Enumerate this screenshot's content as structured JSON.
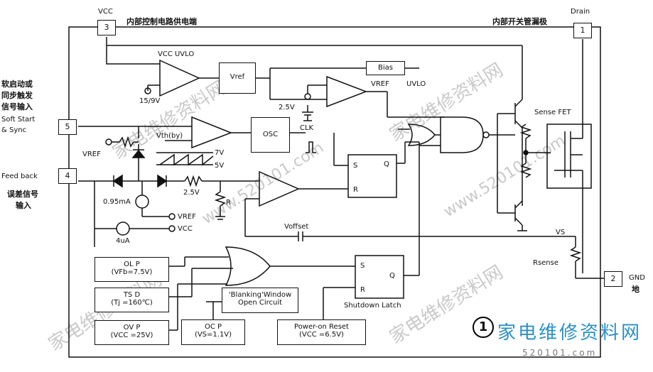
{
  "pins": {
    "vcc": {
      "name": "VCC",
      "num": "3",
      "desc": "内部控制电路供电端"
    },
    "drain": {
      "name": "Drain",
      "num": "1",
      "desc": "内部开关管漏极"
    },
    "softstart": {
      "name1": "Soft Start",
      "name2": "& Sync",
      "num": "5",
      "desc1": "软启动或",
      "desc2": "同步触发",
      "desc3": "信号输入"
    },
    "feedback": {
      "name": "Feed back",
      "num": "4",
      "desc1": "误差信号",
      "desc2": "输入"
    },
    "gnd": {
      "num": "2",
      "name": "GND",
      "desc": "地"
    }
  },
  "blocks": {
    "bias": "Bias",
    "vref": "Vref",
    "osc": "OSC",
    "flipflop_s": "S",
    "flipflop_r": "R",
    "flipflop_q": "Q",
    "latch_s": "S",
    "latch_r": "R",
    "latch_q": "Q",
    "latch_label": "Shutdown Latch",
    "olp1": "OL P",
    "olp2": "(VFb=7.5V)",
    "tsd1": "TS D",
    "tsd2": "(Tj =160℃)",
    "ovp1": "OV P",
    "ovp2": "(VCC =25V)",
    "ocp1": "OC P",
    "ocp2": "(VS=1.1V)",
    "window1": "'Blanking'Window",
    "window2": "Open Circuit",
    "por1": "Power-on Reset",
    "por2": "(VCC =6.5V)"
  },
  "labels": {
    "vcc_uvlo": "VCC  UVLO",
    "v15_9": "15/9V",
    "vref_uvlo_a": "VREF",
    "vref_uvlo_b": "UVLO",
    "v25a": "2.5V",
    "clk": "CLK",
    "vref_soft": "VREF",
    "vthby": "Vth(by)",
    "v7": "7V",
    "v5": "5V",
    "v25b": "2.5V",
    "r": "R",
    "i095": "0.95mA",
    "vref_fb": "VREF",
    "vcc_fb": "VCC",
    "i4": "4uA",
    "voffset": "Voffset",
    "sense_fet": "Sense FET",
    "vs": "VS",
    "rsense": "Rsense",
    "circled_one": "1"
  },
  "logo": {
    "cn": "家电维修资料网",
    "site": "520101.com"
  },
  "watermarks": [
    "家电维修资料网",
    "www.520101.com",
    "家电维修资料网",
    "家电维修资料网",
    "www.520101.com",
    "家电维修资料网"
  ]
}
